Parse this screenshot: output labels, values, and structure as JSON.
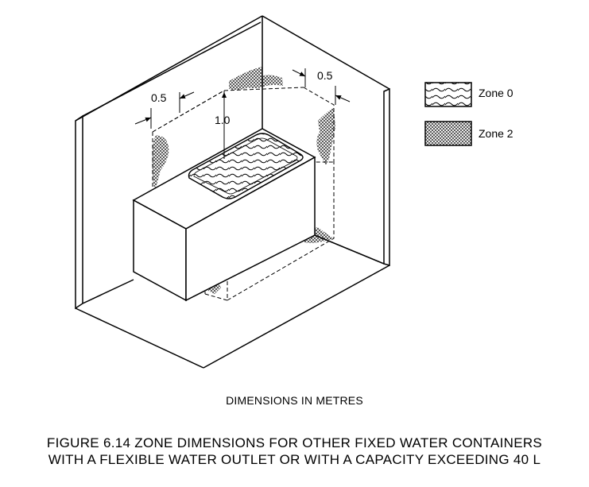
{
  "diagram": {
    "dimensions": {
      "left_width": "0.5",
      "right_width": "0.5",
      "height": "1.0"
    },
    "legend": [
      {
        "label": "Zone 0",
        "pattern": "wavy-lines"
      },
      {
        "label": "Zone 2",
        "pattern": "cross-hatch"
      }
    ],
    "units_note": "DIMENSIONS IN METRES",
    "caption": {
      "line1": "FIGURE  6.14   ZONE DIMENSIONS FOR OTHER FIXED WATER CONTAINERS",
      "line2": "WITH A FLEXIBLE WATER OUTLET OR WITH A CAPACITY EXCEEDING 40 L"
    }
  },
  "colors": {
    "line": "#000000",
    "background": "#ffffff"
  }
}
